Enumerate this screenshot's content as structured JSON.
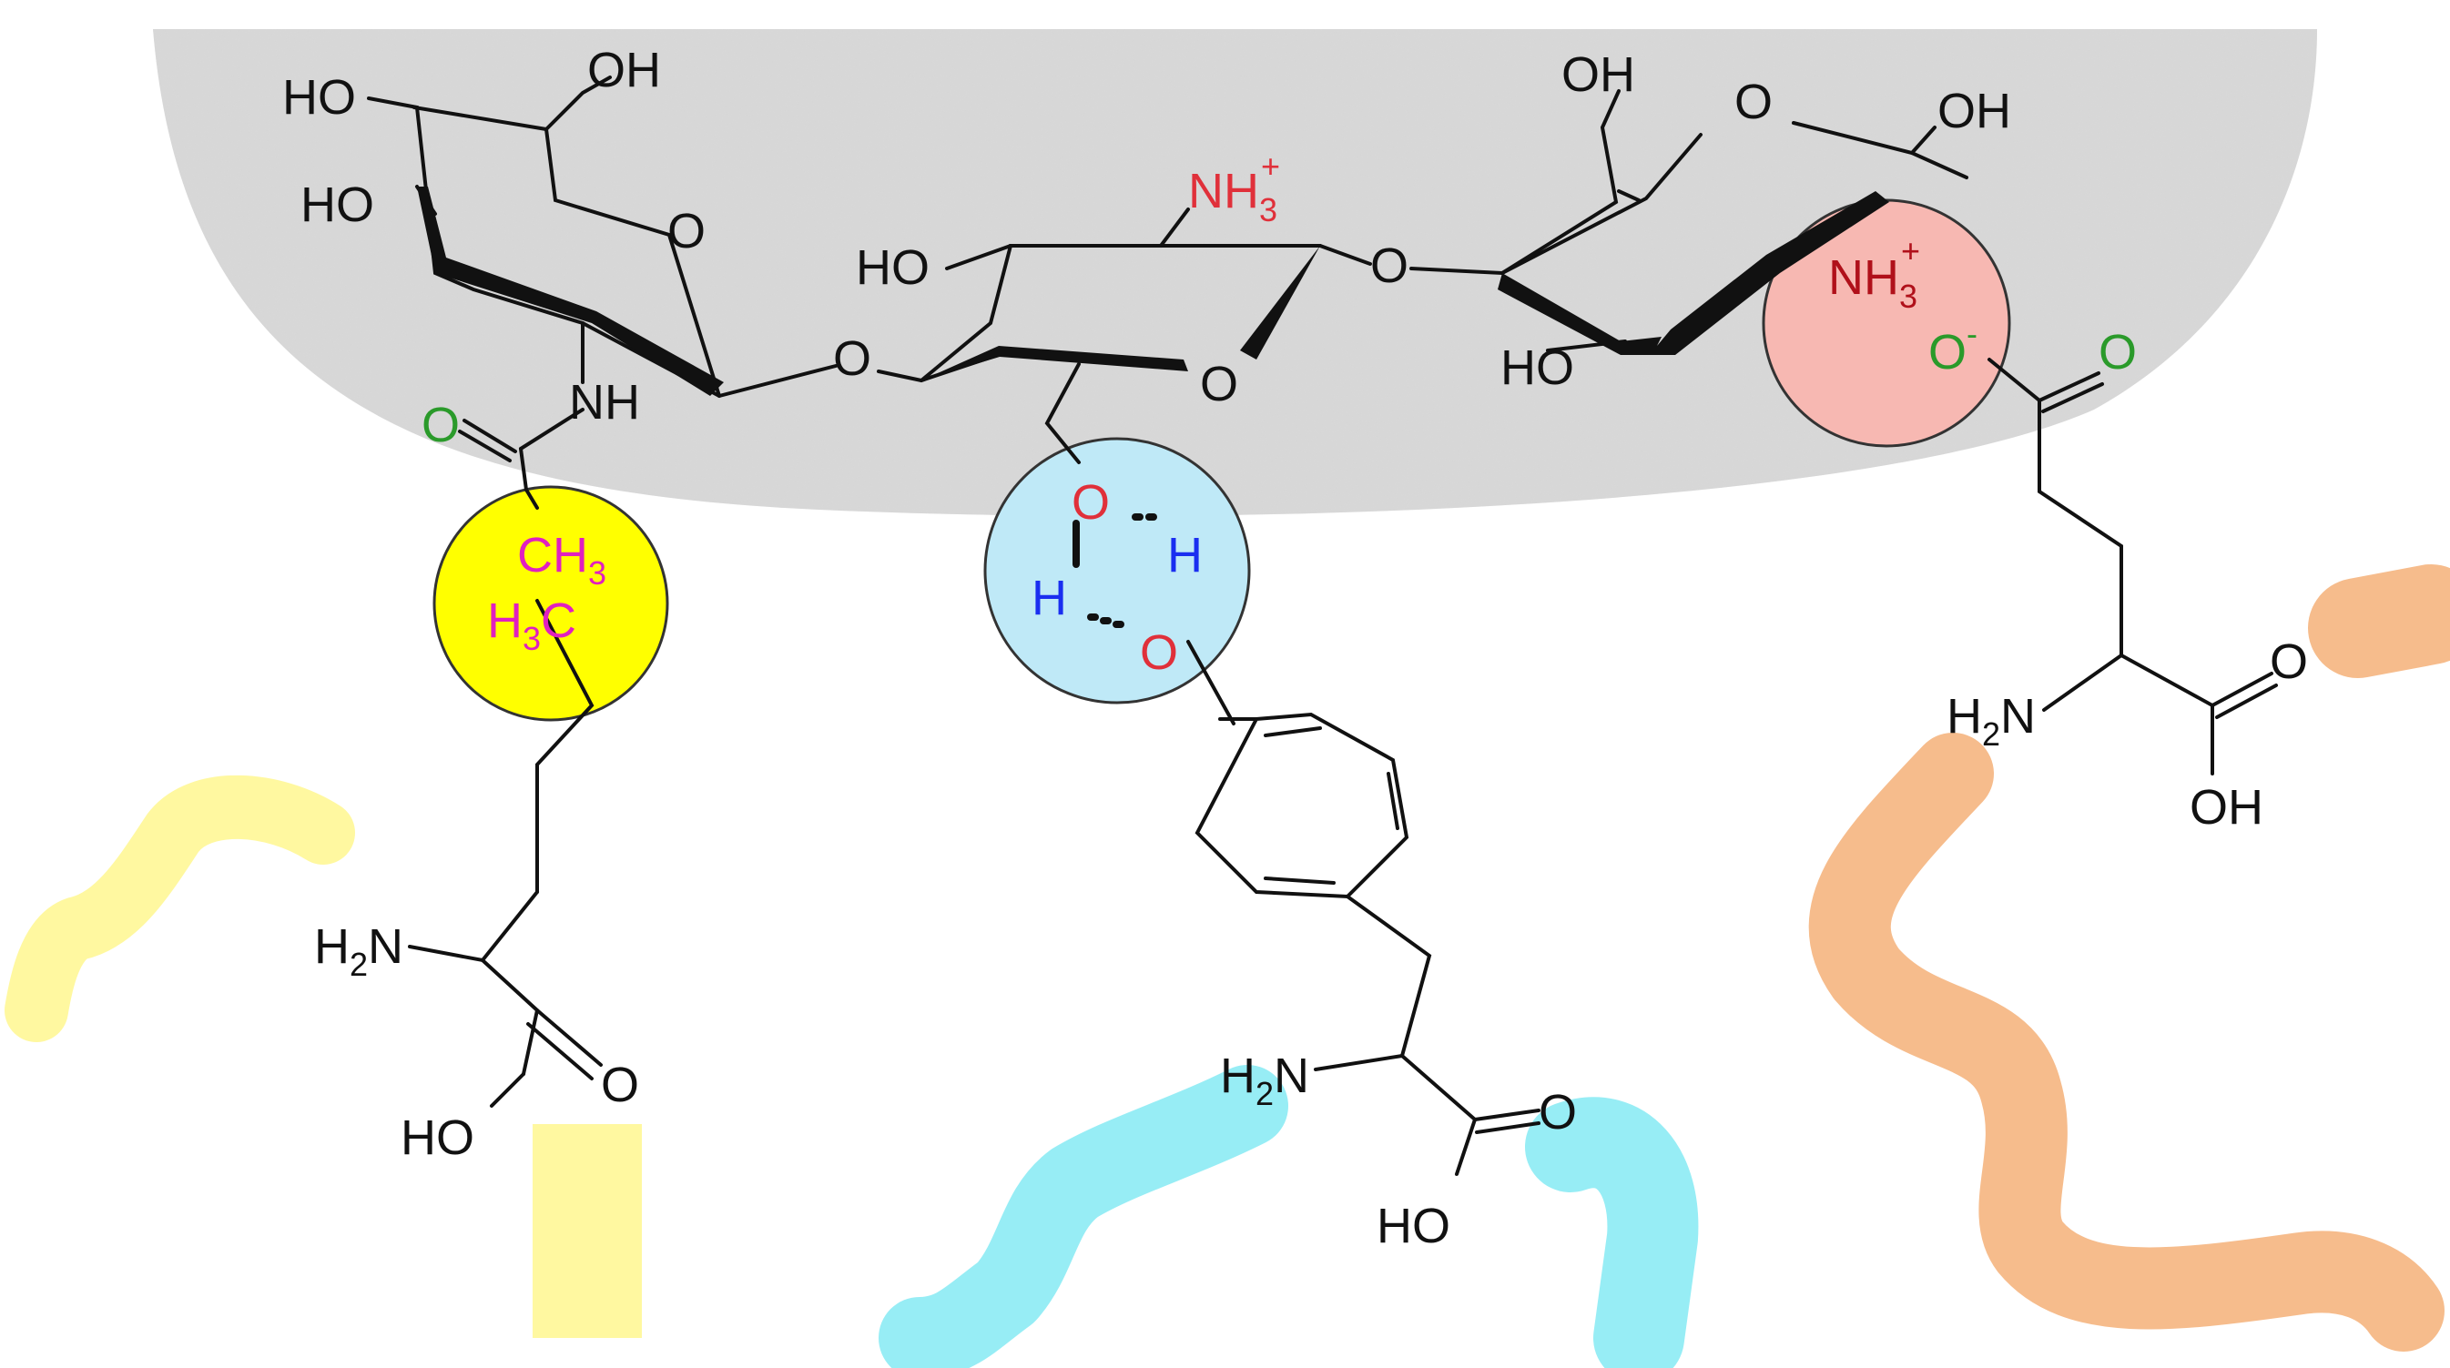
{
  "colors": {
    "surface": "#d6d6d6",
    "bond": "#111111",
    "oxygen": "#e0303a",
    "nitrogen": "#1a1a1a",
    "carbonyl_oxygen": "#2a9a2a",
    "hydrogen": "#1a2ef0",
    "methyl": "#e020c0",
    "hydrophobic_fill": "#ffff00",
    "hbond_fill": "#bfe9f7",
    "ionic_fill": "#f7b8b2",
    "chain_yellow": "#fff8a0",
    "chain_cyan": "#97edf5",
    "chain_orange": "#f6bc8c"
  },
  "sugar": {
    "ring1": {
      "ho_top": "HO",
      "ho_mid": "HO",
      "oh_top": "OH",
      "ring_o": "O",
      "nh": "NH",
      "linker_o": "O"
    },
    "ring2": {
      "ho": "HO",
      "nh3": "NH",
      "nh3_sub": "3",
      "nh3_charge": "+",
      "ring_o": "O",
      "linker_o": "O"
    },
    "ring3": {
      "oh_top": "OH",
      "ring_o": "O",
      "oh_right": "OH",
      "ho": "HO",
      "nh3": "NH",
      "nh3_sub": "3",
      "nh3_charge": "+"
    }
  },
  "acetyl": {
    "carbonyl_o": "O",
    "ch3": "CH",
    "ch3_sub": "3"
  },
  "hydrophobic_pair": {
    "h3c_h": "H",
    "h3c_sub": "3",
    "h3c_c": "C"
  },
  "hbond_pair": {
    "o1": "O",
    "h1": "H",
    "h2": "H",
    "o2": "O"
  },
  "ionic_pair": {
    "o_minus": "O",
    "minus": "-",
    "carbonyl_o": "O"
  },
  "residue_left": {
    "amine": "H",
    "amine_sub": "2",
    "amine_n": "N",
    "carboxyl_o": "O",
    "carboxyl_oh": "HO"
  },
  "residue_middle": {
    "amine": "H",
    "amine_sub": "2",
    "amine_n": "N",
    "carboxyl_o": "O",
    "carboxyl_oh": "HO"
  },
  "residue_right": {
    "amine": "H",
    "amine_sub": "2",
    "amine_n": "N",
    "carboxyl_o": "O",
    "carboxyl_oh": "OH"
  }
}
